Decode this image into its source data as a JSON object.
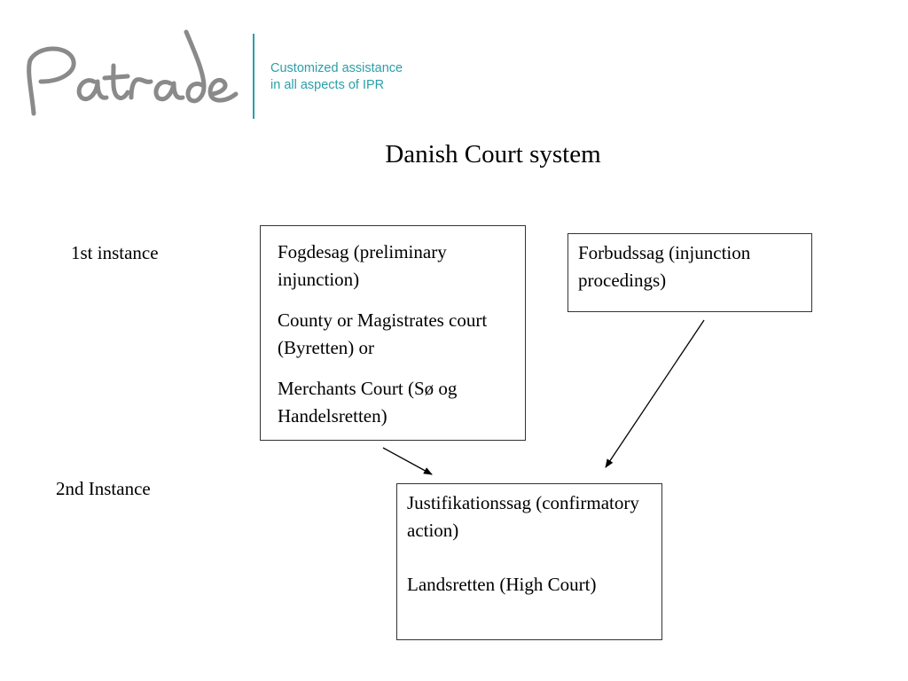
{
  "brand": {
    "tagline_line1": "Customized assistance",
    "tagline_line2": "in all aspects of IPR",
    "accent_color": "#2a9fa8",
    "logo_color": "#8a8a8a"
  },
  "title": "Danish Court system",
  "levels": {
    "first": "1st instance",
    "second": "2nd Instance"
  },
  "boxes": {
    "fogdesag": {
      "line1": "Fogdesag (preliminary injunction)",
      "line2": "County or Magistrates court (Byretten) or",
      "line3": "Merchants Court (Sø og Handelsretten)"
    },
    "forbudssag": {
      "line1": "Forbudssag (injunction procedings)"
    },
    "justifikationssag": {
      "line1": "Justifikationssag (confirmatory action)",
      "line2": "Landsretten (High Court)"
    }
  }
}
